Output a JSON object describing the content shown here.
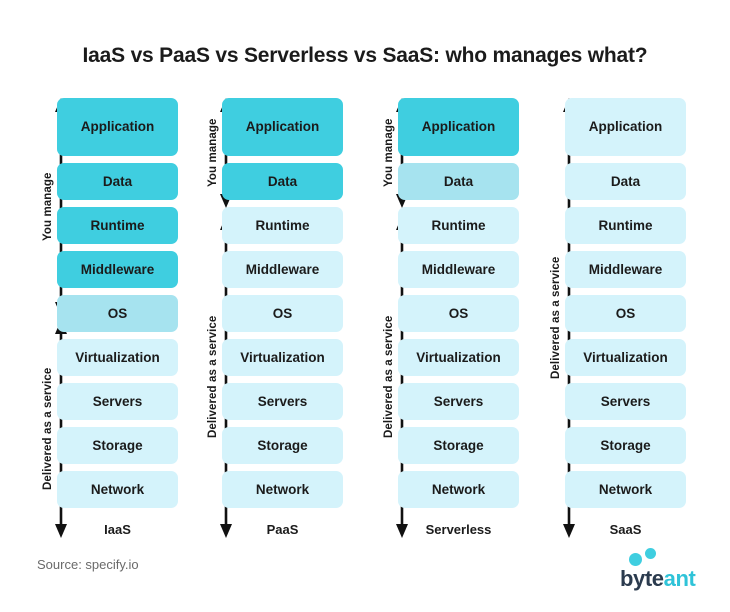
{
  "title": "IaaS vs PaaS vs Serverless vs SaaS: who manages what?",
  "source": "Source: specify.io",
  "logo": {
    "part_one": "byte",
    "part_two": "ant",
    "dot_color": "#3fcee0",
    "word_color_one": "#2b3b4e",
    "word_color_two": "#2fc3d8"
  },
  "palette": {
    "background": "#ffffff",
    "managed_dark": "#3fcee0",
    "managed_mid": "#a6e3ef",
    "service_light": "#d4f3fb",
    "text": "#1b1b1b",
    "muted_text": "#6a6a6a"
  },
  "layer_names": [
    "Application",
    "Data",
    "Runtime",
    "Middleware",
    "OS",
    "Virtualization",
    "Servers",
    "Storage",
    "Network"
  ],
  "arrow_labels": {
    "manage": "You manage",
    "service": "Delivered as a service"
  },
  "chart_data": {
    "type": "table",
    "title": "IaaS vs PaaS vs Serverless vs SaaS: who manages what?",
    "categories": [
      "IaaS",
      "PaaS",
      "Serverless",
      "SaaS"
    ],
    "rows": [
      "Application",
      "Data",
      "Runtime",
      "Middleware",
      "OS",
      "Virtualization",
      "Servers",
      "Storage",
      "Network"
    ],
    "legend": [
      "You manage",
      "Delivered as a service"
    ],
    "series": [
      {
        "name": "IaaS",
        "values": [
          "managed",
          "managed",
          "managed",
          "managed",
          "partial",
          "service",
          "service",
          "service",
          "service"
        ]
      },
      {
        "name": "PaaS",
        "values": [
          "managed",
          "managed",
          "service",
          "service",
          "service",
          "service",
          "service",
          "service",
          "service"
        ]
      },
      {
        "name": "Serverless",
        "values": [
          "managed",
          "partial",
          "service",
          "service",
          "service",
          "service",
          "service",
          "service",
          "service"
        ]
      },
      {
        "name": "SaaS",
        "values": [
          "service",
          "service",
          "service",
          "service",
          "service",
          "service",
          "service",
          "service",
          "service"
        ]
      }
    ]
  },
  "columns": [
    {
      "footer": "IaaS",
      "layers": [
        {
          "label": "Application",
          "shade": "shade-dark",
          "size": "tall"
        },
        {
          "label": "Data",
          "shade": "shade-dark",
          "size": "normal"
        },
        {
          "label": "Runtime",
          "shade": "shade-dark",
          "size": "normal"
        },
        {
          "label": "Middleware",
          "shade": "shade-dark",
          "size": "normal"
        },
        {
          "label": "OS",
          "shade": "shade-mid",
          "size": "normal"
        },
        {
          "label": "Virtualization",
          "shade": "shade-light",
          "size": "normal"
        },
        {
          "label": "Servers",
          "shade": "shade-light",
          "size": "normal"
        },
        {
          "label": "Storage",
          "shade": "shade-light",
          "size": "normal"
        },
        {
          "label": "Network",
          "shade": "shade-light",
          "size": "normal"
        }
      ]
    },
    {
      "footer": "PaaS",
      "layers": [
        {
          "label": "Application",
          "shade": "shade-dark",
          "size": "tall"
        },
        {
          "label": "Data",
          "shade": "shade-dark",
          "size": "normal"
        },
        {
          "label": "Runtime",
          "shade": "shade-light",
          "size": "normal"
        },
        {
          "label": "Middleware",
          "shade": "shade-light",
          "size": "normal"
        },
        {
          "label": "OS",
          "shade": "shade-light",
          "size": "normal"
        },
        {
          "label": "Virtualization",
          "shade": "shade-light",
          "size": "normal"
        },
        {
          "label": "Servers",
          "shade": "shade-light",
          "size": "normal"
        },
        {
          "label": "Storage",
          "shade": "shade-light",
          "size": "normal"
        },
        {
          "label": "Network",
          "shade": "shade-light",
          "size": "normal"
        }
      ]
    },
    {
      "footer": "Serverless",
      "layers": [
        {
          "label": "Application",
          "shade": "shade-dark",
          "size": "tall"
        },
        {
          "label": "Data",
          "shade": "shade-mid",
          "size": "normal"
        },
        {
          "label": "Runtime",
          "shade": "shade-light",
          "size": "normal"
        },
        {
          "label": "Middleware",
          "shade": "shade-light",
          "size": "normal"
        },
        {
          "label": "OS",
          "shade": "shade-light",
          "size": "normal"
        },
        {
          "label": "Virtualization",
          "shade": "shade-light",
          "size": "normal"
        },
        {
          "label": "Servers",
          "shade": "shade-light",
          "size": "normal"
        },
        {
          "label": "Storage",
          "shade": "shade-light",
          "size": "normal"
        },
        {
          "label": "Network",
          "shade": "shade-light",
          "size": "normal"
        }
      ]
    },
    {
      "footer": "SaaS",
      "layers": [
        {
          "label": "Application",
          "shade": "shade-light",
          "size": "tall"
        },
        {
          "label": "Data",
          "shade": "shade-light",
          "size": "normal"
        },
        {
          "label": "Runtime",
          "shade": "shade-light",
          "size": "normal"
        },
        {
          "label": "Middleware",
          "shade": "shade-light",
          "size": "normal"
        },
        {
          "label": "OS",
          "shade": "shade-light",
          "size": "normal"
        },
        {
          "label": "Virtualization",
          "shade": "shade-light",
          "size": "normal"
        },
        {
          "label": "Servers",
          "shade": "shade-light",
          "size": "normal"
        },
        {
          "label": "Storage",
          "shade": "shade-light",
          "size": "normal"
        },
        {
          "label": "Network",
          "shade": "shade-light",
          "size": "normal"
        }
      ]
    }
  ],
  "arrows": [
    {
      "key": "c0-manage",
      "column": "IaaS",
      "label": "You manage",
      "heads": "both"
    },
    {
      "key": "c0-service",
      "column": "IaaS",
      "label": "Delivered as a service",
      "heads": "both"
    },
    {
      "key": "c1-manage",
      "column": "PaaS",
      "label": "You manage",
      "heads": "both"
    },
    {
      "key": "c1-service",
      "column": "PaaS",
      "label": "Delivered as a service",
      "heads": "both"
    },
    {
      "key": "c2-manage",
      "column": "Serverless",
      "label": "You manage",
      "heads": "both"
    },
    {
      "key": "c2-service",
      "column": "Serverless",
      "label": "Delivered as a service",
      "heads": "both"
    },
    {
      "key": "c3-service",
      "column": "SaaS",
      "label": "Delivered as a service",
      "heads": "both"
    }
  ]
}
